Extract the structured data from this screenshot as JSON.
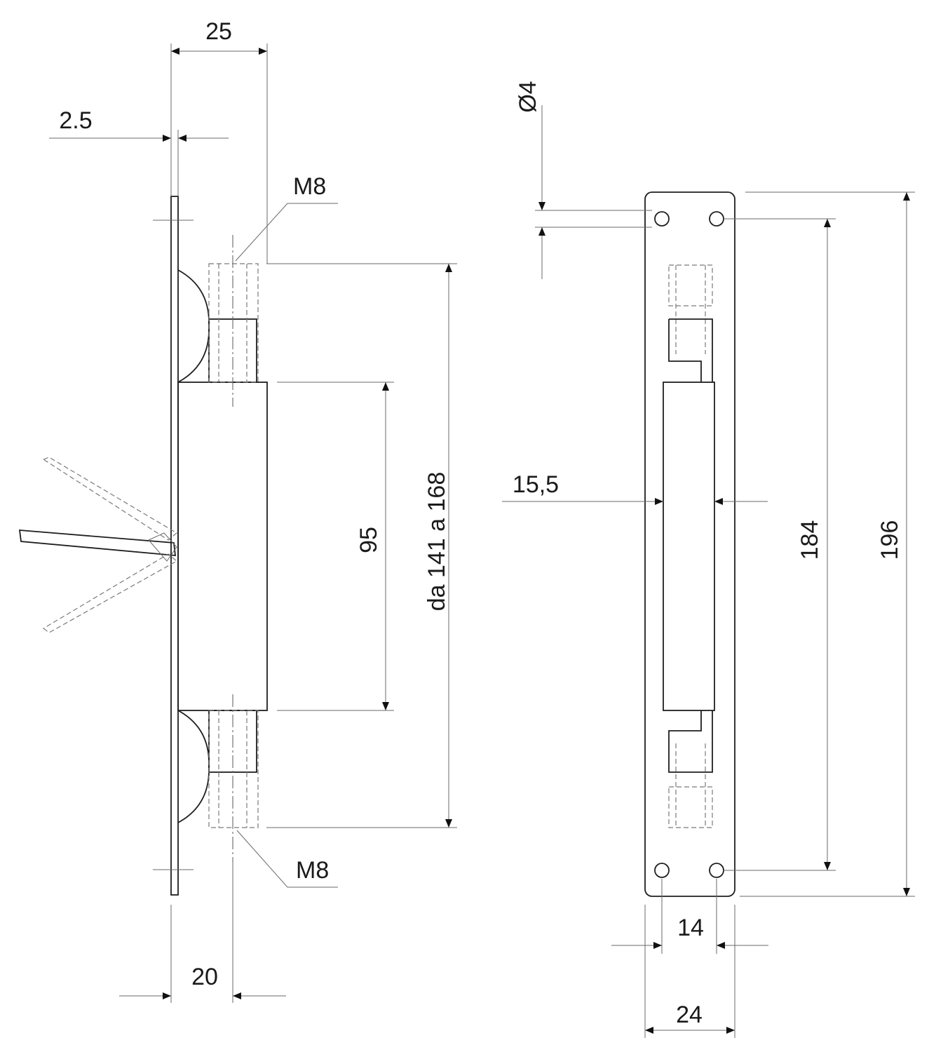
{
  "diagram": {
    "side_view": {
      "dim_width_top": "25",
      "dim_plate_thickness": "2.5",
      "thread_top": "M8",
      "thread_bottom": "M8",
      "dim_width_bottom": "20",
      "dim_body_length": "95",
      "dim_hole_spacing": "da 141 a 168"
    },
    "front_view": {
      "dim_hole_diameter": "Ø4",
      "dim_body_width": "15,5",
      "dim_hole_pitch": "184",
      "dim_overall_length": "196",
      "dim_hole_gap": "14",
      "dim_plate_width": "24"
    }
  }
}
